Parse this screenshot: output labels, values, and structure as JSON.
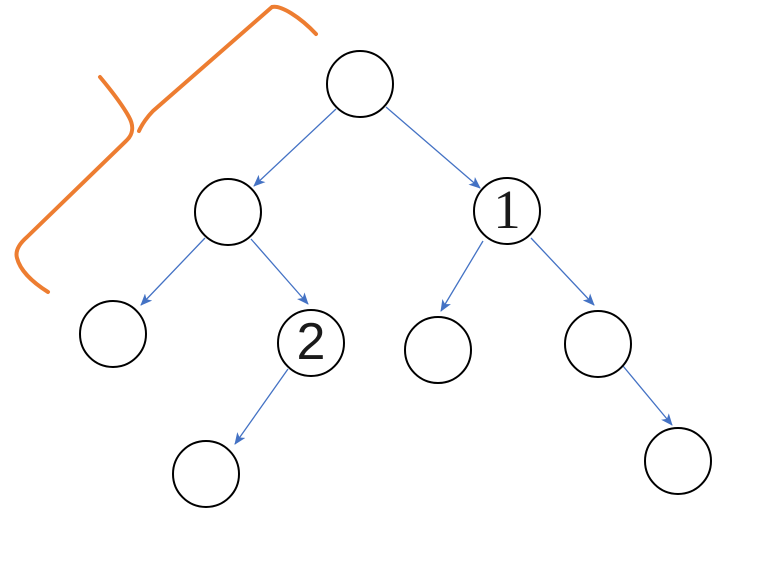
{
  "diagram": {
    "type": "binary-tree",
    "colors": {
      "edge": "#4472C4",
      "annotation": "#ED7D31",
      "node_outline": "#000000",
      "background": "#FFFFFF"
    },
    "nodes": [
      {
        "id": "root",
        "label": "",
        "level": 1
      },
      {
        "id": "left",
        "label": "",
        "level": 2
      },
      {
        "id": "right",
        "label": "1",
        "level": 2
      },
      {
        "id": "left-left",
        "label": "",
        "level": 3
      },
      {
        "id": "left-right",
        "label": "2",
        "level": 3
      },
      {
        "id": "right-left",
        "label": "",
        "level": 3
      },
      {
        "id": "right-right",
        "label": "",
        "level": 3
      },
      {
        "id": "left-right-left",
        "label": "",
        "level": 4
      },
      {
        "id": "right-right-right",
        "label": "",
        "level": 4
      }
    ],
    "edges": [
      {
        "from": "root",
        "to": "left"
      },
      {
        "from": "root",
        "to": "right"
      },
      {
        "from": "left",
        "to": "left-left"
      },
      {
        "from": "left",
        "to": "left-right"
      },
      {
        "from": "right",
        "to": "right-left"
      },
      {
        "from": "right",
        "to": "right-right"
      },
      {
        "from": "left-right",
        "to": "left-right-left"
      },
      {
        "from": "right-right",
        "to": "right-right-right"
      }
    ],
    "annotation": {
      "shape": "curly-brace",
      "orientation": "diagonal-upper-left",
      "color": "#ED7D31",
      "label": ""
    }
  }
}
